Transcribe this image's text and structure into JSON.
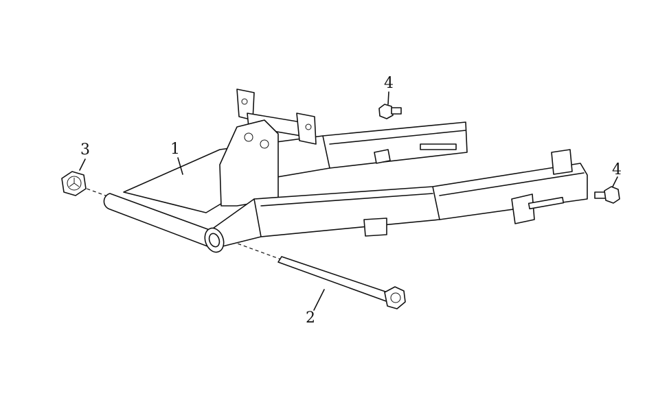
{
  "diagram": {
    "callouts": [
      {
        "id": "c1",
        "label": "1"
      },
      {
        "id": "c2",
        "label": "2"
      },
      {
        "id": "c3",
        "label": "3"
      },
      {
        "id": "c4a",
        "label": "4"
      },
      {
        "id": "c4b",
        "label": "4"
      }
    ]
  }
}
